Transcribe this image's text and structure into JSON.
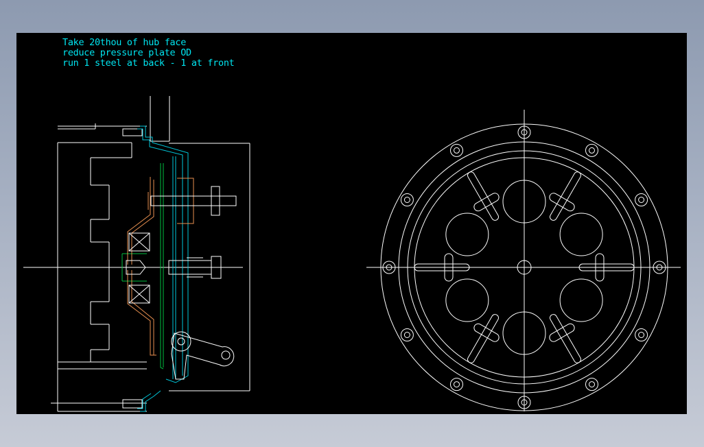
{
  "annotations": [
    "Take 20thou of hub face",
    "reduce pressure plate OD",
    "run 1 steel at back - 1 at front"
  ],
  "colors": {
    "background": "#000000",
    "frame": "#9aa5b8",
    "geometry": "#ffffff",
    "annotation": "#00e5f0",
    "cyan_part": "#00c8dc",
    "green_part": "#00c040",
    "orange_part": "#e89050"
  },
  "views": [
    "section-view",
    "front-view"
  ]
}
